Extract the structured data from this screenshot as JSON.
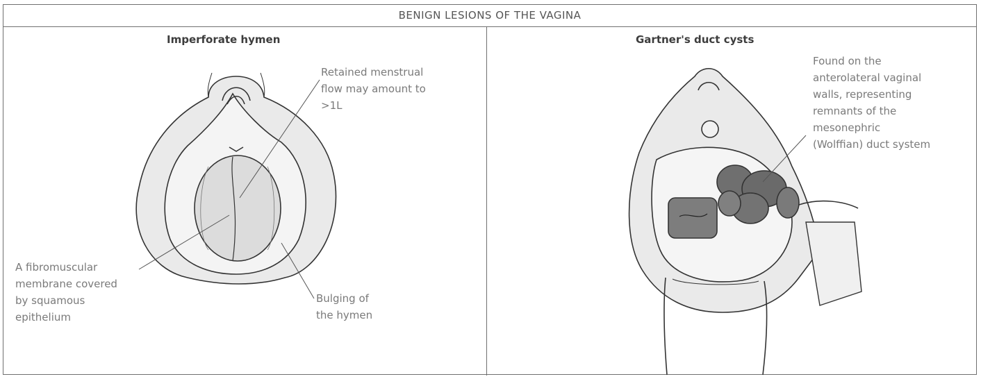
{
  "header": {
    "title": "BENIGN LESIONS OF THE VAGINA"
  },
  "left_panel": {
    "title": "Imperforate hymen",
    "labels": {
      "retained": [
        "Retained menstrual",
        "flow may amount to",
        ">1L"
      ],
      "membrane": [
        "A fibromuscular",
        "membrane covered",
        "by squamous",
        "epithelium"
      ],
      "bulging": [
        "Bulging of",
        "the hymen"
      ]
    }
  },
  "right_panel": {
    "title": "Gartner's duct cysts",
    "labels": {
      "found": [
        "Found on the",
        "anterolateral vaginal",
        "walls, representing",
        "remnants of the",
        "mesonephric",
        "(Wolffian) duct system"
      ]
    }
  }
}
